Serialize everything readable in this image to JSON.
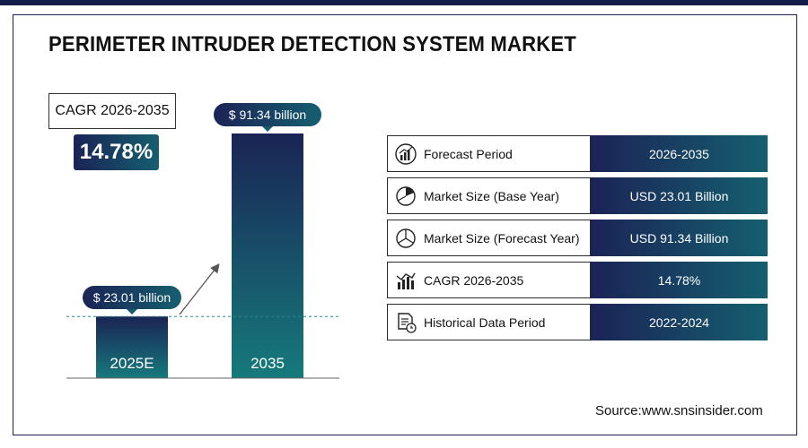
{
  "title": "PERIMETER INTRUDER DETECTION SYSTEM MARKET",
  "cagr": {
    "label": "CAGR 2026-2035",
    "value": "14.78%"
  },
  "chart_data": {
    "type": "bar",
    "categories": [
      "2025E",
      "2035"
    ],
    "values": [
      23.01,
      91.34
    ],
    "value_labels": [
      "$ 23.01 billion",
      "$ 91.34 billion"
    ],
    "unit": "USD billion",
    "colors": {
      "bar_top": "#1a2454",
      "bar_bottom": "#167a7c",
      "accent": "#155f6f",
      "dark": "#1b2356"
    }
  },
  "table": {
    "rows": [
      {
        "icon": "forecast-chart-icon",
        "label": "Forecast Period",
        "value": "2026-2035"
      },
      {
        "icon": "pie-chart-icon",
        "label": "Market Size (Base Year)",
        "value": "USD 23.01 Billion"
      },
      {
        "icon": "pie-chart-segment-icon",
        "label": "Market Size (Forecast Year)",
        "value": "USD 91.34 Billion"
      },
      {
        "icon": "growth-bar-chart-icon",
        "label": "CAGR 2026-2035",
        "value": "14.78%"
      },
      {
        "icon": "document-clock-icon",
        "label": "Historical Data Period",
        "value": "2022-2024"
      }
    ]
  },
  "source": "Source:www.snsinsider.com"
}
